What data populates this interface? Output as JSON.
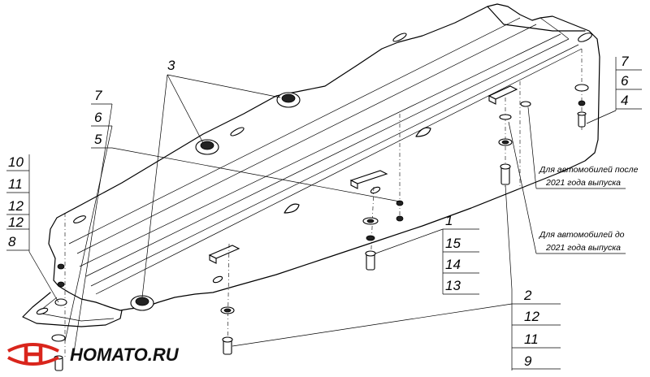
{
  "callouts": {
    "c3": "3",
    "c7a": "7",
    "c6a": "6",
    "c5": "5",
    "c10": "10",
    "c11a": "11",
    "c12a": "12",
    "c12b": "12",
    "c8": "8",
    "c7b": "7",
    "c6b": "6",
    "c4": "4",
    "c1": "1",
    "c15": "15",
    "c14": "14",
    "c13": "13",
    "c2": "2",
    "c12c": "12",
    "c11b": "11",
    "c9": "9"
  },
  "notes": {
    "after_2021_line1": "Для автомобилей после",
    "after_2021_line2": "2021 года выпуска",
    "before_2021_line1": "Для автомобилей до",
    "before_2021_line2": "2021 года выпуска"
  },
  "logo": {
    "text": "HOMATO.RU",
    "color": "#d9251c"
  }
}
